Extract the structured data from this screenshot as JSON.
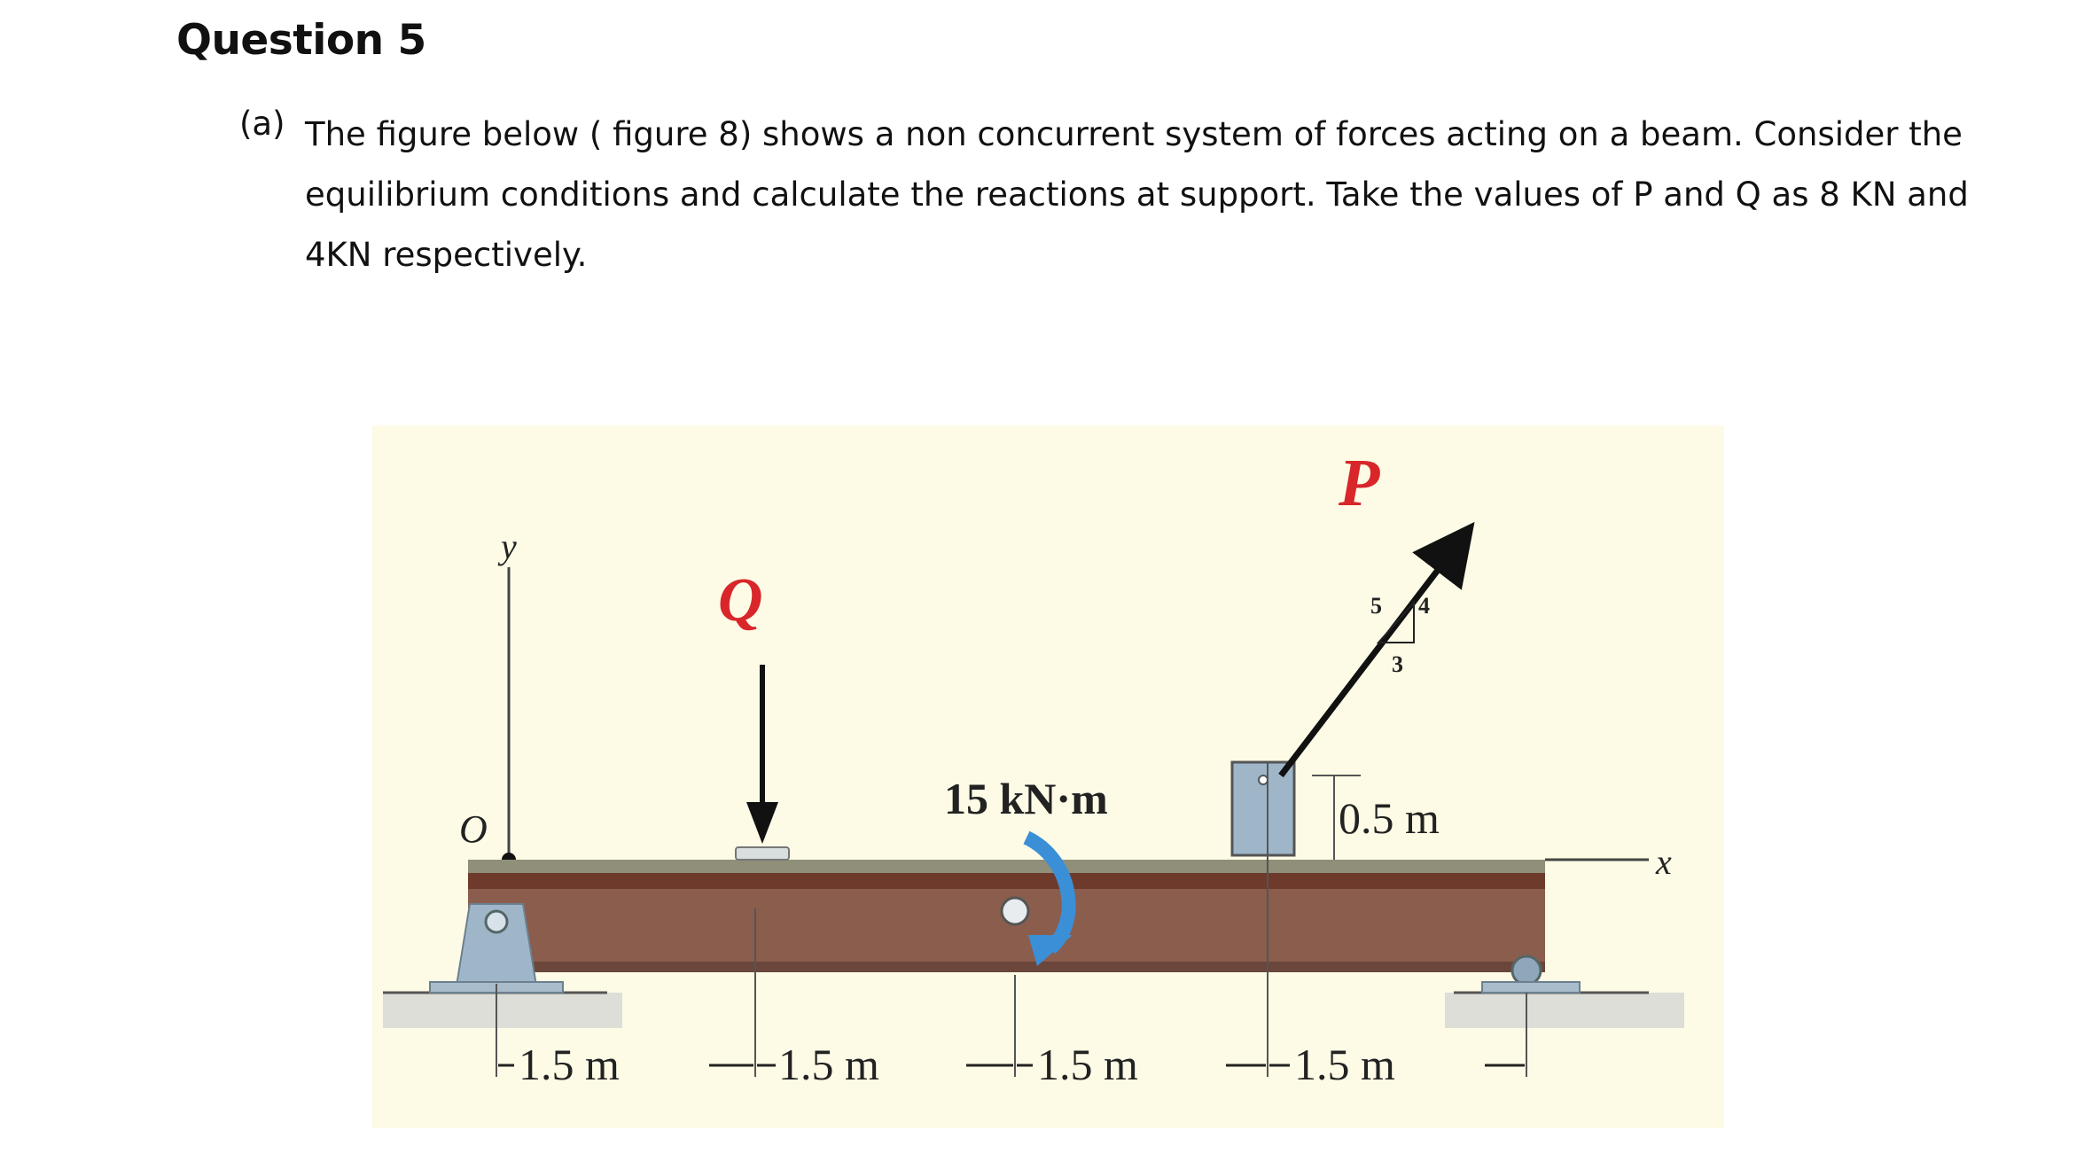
{
  "question": {
    "title": "Question 5",
    "part_label": "(a)",
    "lines": [
      "The figure below ( figure 8) shows a non concurrent system of forces acting on a beam. Consider the",
      "equilibrium conditions and calculate the reactions at support. Take the values of P and Q as 8 KN and",
      "4KN respectively."
    ]
  },
  "figure": {
    "labels": {
      "y_axis": "y",
      "x_axis": "x",
      "origin": "O",
      "force_q": "Q",
      "force_p": "P",
      "moment": "15 kN·m",
      "offset": "0.5 m",
      "slope_hyp": "5",
      "slope_rise": "4",
      "slope_run": "3"
    },
    "dimensions": [
      "1.5 m",
      "1.5 m",
      "1.5 m",
      "1.5 m"
    ],
    "colors": {
      "background": "#fdfbe6",
      "beam": "#8a5d4d",
      "beam_edge": "#5c3a2e",
      "force_label": "#d8262a",
      "moment_arrow": "#3b8fd6",
      "support": "#9fb6c9"
    }
  }
}
